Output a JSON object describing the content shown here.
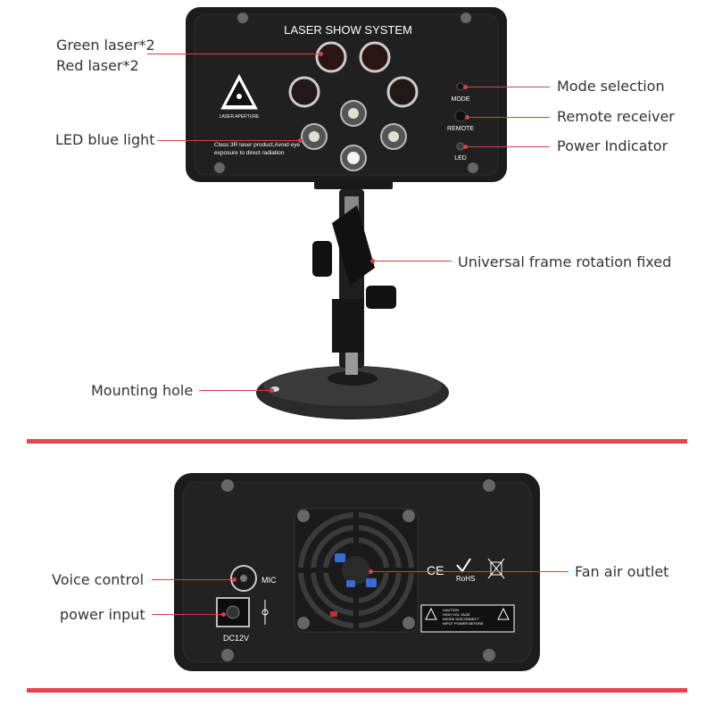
{
  "front": {
    "panel_title": "LASER SHOW SYSTEM",
    "aperture_label": "LASER APERTURE",
    "warning_text_line1": "Class 3R laser product,Avoid eye",
    "warning_text_line2": "exposure to direct radiation",
    "mode_label": "MODE",
    "remote_label": "REMOTE",
    "led_label": "LED",
    "callouts": {
      "green_laser": "Green laser*2",
      "red_laser": "Red laser*2",
      "led_blue_light": "LED blue light",
      "mode_selection": "Mode selection",
      "remote_receiver": "Remote receiver",
      "power_indicator": "Power Indicator",
      "universal_frame": "Universal frame rotation fixed",
      "mounting_hole": "Mounting hole"
    }
  },
  "back": {
    "mic_label": "MIC",
    "dc_label": "DC12V",
    "rohs_label": "RoHS",
    "ce_label": "CE",
    "caution_line1": "CAUTION",
    "caution_line2": "HIGH VOL TAGE",
    "caution_line3": "INSIDE DISCONNECT",
    "caution_line4": "INPUT POWER BEFORE",
    "callouts": {
      "voice_control": "Voice control",
      "power_input": "power input",
      "fan_air_outlet": "Fan air outlet"
    }
  },
  "colors": {
    "accent_red": "#e8424b",
    "device_body": "#1c1c1c"
  }
}
